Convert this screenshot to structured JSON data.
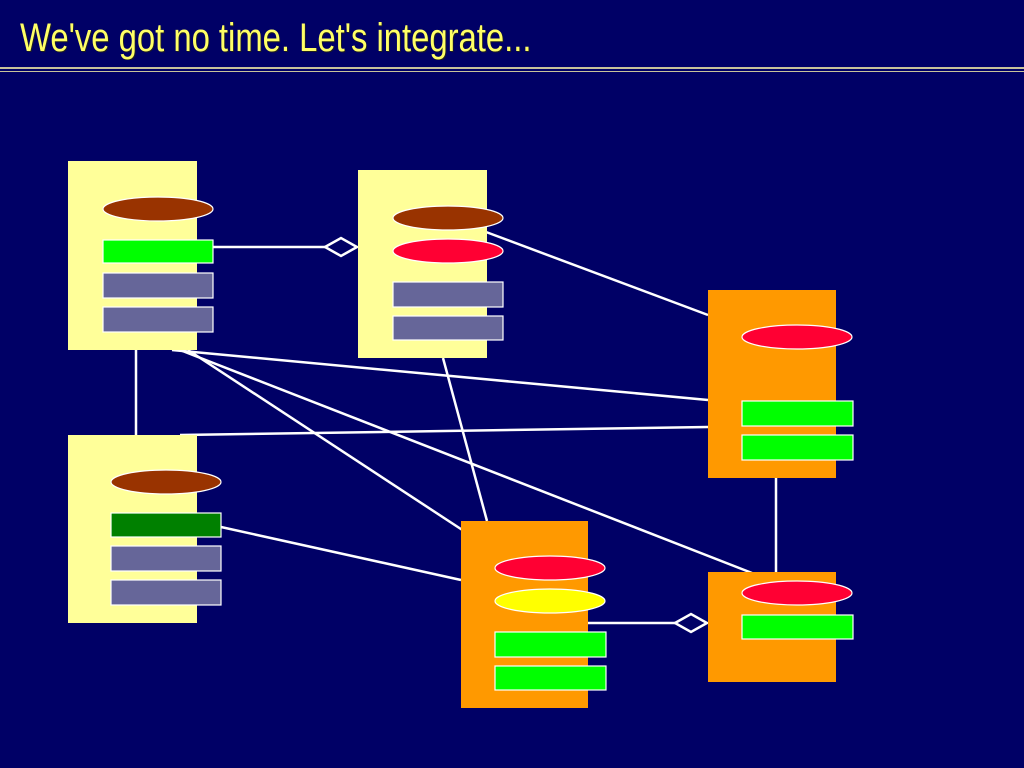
{
  "slide": {
    "title": "We've got no time. Let's integrate...",
    "background_color": "#000066",
    "title_color": "#ffff66"
  },
  "diagram": {
    "type": "class-diagram",
    "connector_color": "#ffffff",
    "palette": {
      "class_light": "#ffff99",
      "class_orange": "#ff9900",
      "oval_brown": "#993300",
      "oval_red": "#ff0033",
      "oval_yellow": "#ffff00",
      "bar_green": "#00ff00",
      "bar_dark_green": "#008000",
      "bar_slate": "#666699"
    },
    "classes": [
      {
        "id": "class-a",
        "color": "light",
        "members": [
          "oval:brown",
          "bar:green",
          "bar:slate",
          "bar:slate"
        ]
      },
      {
        "id": "class-b",
        "color": "light",
        "members": [
          "oval:brown",
          "oval:red",
          "bar:slate",
          "bar:slate"
        ]
      },
      {
        "id": "class-c",
        "color": "light",
        "members": [
          "oval:brown",
          "bar:dark-green",
          "bar:slate",
          "bar:slate"
        ]
      },
      {
        "id": "class-d",
        "color": "orange",
        "members": [
          "oval:red",
          "bar:green",
          "bar:green"
        ]
      },
      {
        "id": "class-e",
        "color": "orange",
        "members": [
          "oval:red",
          "oval:yellow",
          "bar:green",
          "bar:green"
        ]
      },
      {
        "id": "class-f",
        "color": "orange",
        "members": [
          "oval:red",
          "bar:green"
        ]
      }
    ],
    "connections": [
      {
        "from": "class-a",
        "to": "class-b",
        "kind": "aggregation"
      },
      {
        "from": "class-e",
        "to": "class-f",
        "kind": "aggregation"
      },
      {
        "from": "class-a",
        "to": "class-c",
        "kind": "association"
      },
      {
        "from": "class-a",
        "to": "class-d",
        "kind": "association"
      },
      {
        "from": "class-a",
        "to": "class-e",
        "kind": "association"
      },
      {
        "from": "class-a",
        "to": "class-f",
        "kind": "association"
      },
      {
        "from": "class-b",
        "to": "class-d",
        "kind": "association"
      },
      {
        "from": "class-b",
        "to": "class-e",
        "kind": "association"
      },
      {
        "from": "class-c",
        "to": "class-d",
        "kind": "association"
      },
      {
        "from": "class-c",
        "to": "class-e",
        "kind": "association"
      },
      {
        "from": "class-d",
        "to": "class-f",
        "kind": "association"
      }
    ]
  }
}
